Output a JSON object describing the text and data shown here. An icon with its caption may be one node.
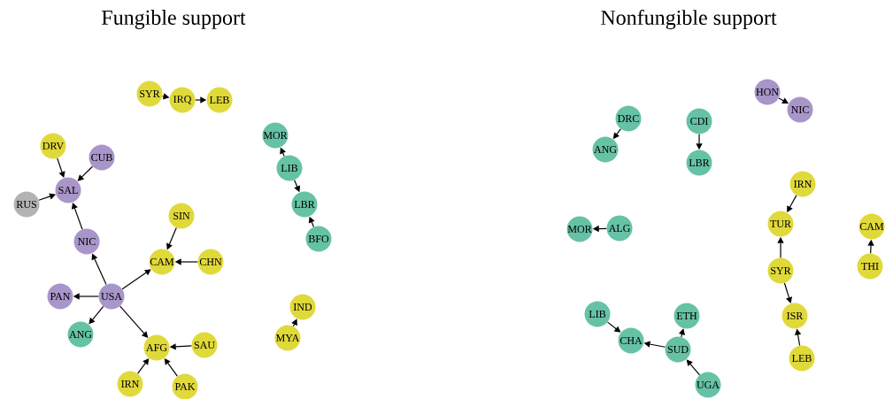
{
  "diagram": {
    "nodes": [
      {
        "text": [
          "SYR"
        ]
      },
      {
        "text": [
          "IRQ"
        ]
      },
      {
        "text": [
          "LEB"
        ]
      },
      {
        "text": [
          "MOR"
        ]
      },
      {
        "text": [
          "LIB"
        ]
      },
      {
        "text": [
          "LBR"
        ]
      },
      {
        "text": [
          "BFO"
        ]
      },
      {
        "text": [
          "DRV"
        ]
      },
      {
        "text": [
          "CUB"
        ]
      },
      {
        "text": [
          "SAL"
        ]
      },
      {
        "text": [
          "RUS"
        ]
      },
      {
        "text": [
          "SIN"
        ]
      },
      {
        "text": [
          "NIC"
        ]
      },
      {
        "text": [
          "CAM"
        ]
      },
      {
        "text": [
          "CHN"
        ]
      },
      {
        "text": [
          "PAN"
        ]
      },
      {
        "text": [
          "USA"
        ]
      },
      {
        "text": [
          "ANG"
        ]
      },
      {
        "text": [
          "AFG"
        ]
      },
      {
        "text": [
          "SAU"
        ]
      },
      {
        "text": [
          "IRN"
        ]
      },
      {
        "text": [
          "PAK"
        ]
      },
      {
        "text": [
          "IND"
        ]
      },
      {
        "text": [
          "MYA"
        ]
      },
      {
        "text": [
          "HON"
        ]
      },
      {
        "text": [
          "NIC"
        ]
      },
      {
        "text": [
          "DRC"
        ]
      },
      {
        "text": [
          "ANG"
        ]
      },
      {
        "text": [
          "CDI"
        ]
      },
      {
        "text": [
          "LBR"
        ]
      },
      {
        "text": [
          "IRN"
        ]
      },
      {
        "text": [
          "TUR"
        ]
      },
      {
        "text": [
          "CAM"
        ]
      },
      {
        "text": [
          "MOR"
        ]
      },
      {
        "text": [
          "ALG"
        ]
      },
      {
        "text": [
          "SYR"
        ]
      },
      {
        "text": [
          "THI"
        ]
      },
      {
        "text": [
          "ISR"
        ]
      },
      {
        "text": [
          "LEB"
        ]
      },
      {
        "text": [
          "LIB"
        ]
      },
      {
        "text": [
          "ETH"
        ]
      },
      {
        "text": [
          "CHA"
        ]
      },
      {
        "text": [
          "SUD"
        ]
      },
      {
        "text": [
          "UGA"
        ]
      }
    ],
    "edges": [
      {
        "from": 0,
        "to": 1,
        "arrow": "to"
      },
      {
        "from": 1,
        "to": 2,
        "arrow": "to"
      },
      {
        "from": 4,
        "to": 3,
        "arrow": "to"
      },
      {
        "from": 4,
        "to": 5,
        "arrow": "to"
      },
      {
        "from": 6,
        "to": 5,
        "arrow": "to"
      },
      {
        "from": 7,
        "to": 9,
        "arrow": "to"
      },
      {
        "from": 8,
        "to": 9,
        "arrow": "to"
      },
      {
        "from": 10,
        "to": 9,
        "arrow": "to"
      },
      {
        "from": 12,
        "to": 9,
        "arrow": "to"
      },
      {
        "from": 16,
        "to": 12,
        "arrow": "to"
      },
      {
        "from": 16,
        "to": 15,
        "arrow": "to"
      },
      {
        "from": 16,
        "to": 17,
        "arrow": "to"
      },
      {
        "from": 16,
        "to": 13,
        "arrow": "to"
      },
      {
        "from": 16,
        "to": 18,
        "arrow": "to"
      },
      {
        "from": 11,
        "to": 13,
        "arrow": "to"
      },
      {
        "from": 14,
        "to": 13,
        "arrow": "to"
      },
      {
        "from": 19,
        "to": 18,
        "arrow": "to"
      },
      {
        "from": 20,
        "to": 18,
        "arrow": "to"
      },
      {
        "from": 21,
        "to": 18,
        "arrow": "to"
      },
      {
        "from": 23,
        "to": 22,
        "arrow": "to"
      },
      {
        "from": 24,
        "to": 25,
        "arrow": "to"
      },
      {
        "from": 26,
        "to": 27,
        "arrow": "to"
      },
      {
        "from": 28,
        "to": 29,
        "arrow": "to"
      },
      {
        "from": 34,
        "to": 33,
        "arrow": "to"
      },
      {
        "from": 30,
        "to": 31,
        "arrow": "to"
      },
      {
        "from": 35,
        "to": 31,
        "arrow": "to"
      },
      {
        "from": 35,
        "to": 37,
        "arrow": "to"
      },
      {
        "from": 38,
        "to": 37,
        "arrow": "to"
      },
      {
        "from": 36,
        "to": 32,
        "arrow": "to"
      },
      {
        "from": 39,
        "to": 41,
        "arrow": "to"
      },
      {
        "from": 42,
        "to": 41,
        "arrow": "to"
      },
      {
        "from": 42,
        "to": 40,
        "arrow": "to"
      },
      {
        "from": 43,
        "to": 42,
        "arrow": "to"
      }
    ],
    "labels": [
      "Fungible support",
      "Nonfungible support"
    ]
  }
}
